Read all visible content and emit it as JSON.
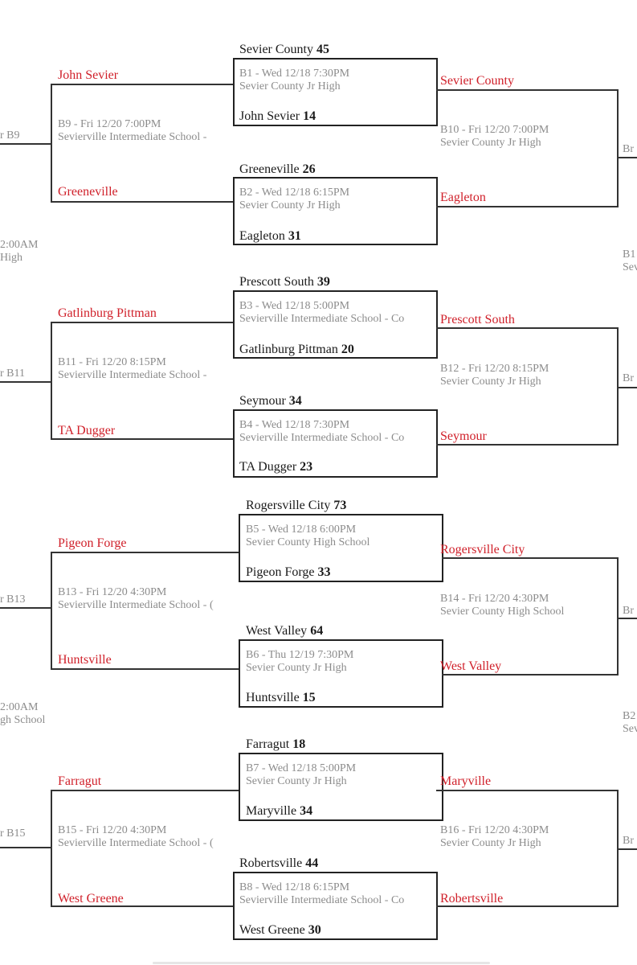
{
  "games": {
    "b1": {
      "winner": "Sevier County",
      "winner_score": "45",
      "info1": "B1 - Wed 12/18 7:30PM",
      "info2": "Sevier County Jr High",
      "loser": "John Sevier",
      "loser_score": "14"
    },
    "b2": {
      "winner": "Greeneville",
      "winner_score": "26",
      "info1": "B2 - Wed 12/18 6:15PM",
      "info2": "Sevier County Jr High",
      "loser": "Eagleton",
      "loser_score": "31"
    },
    "b3": {
      "winner": "Prescott South",
      "winner_score": "39",
      "info1": "B3 - Wed 12/18 5:00PM",
      "info2": "Sevierville Intermediate School - Co",
      "loser": "Gatlinburg Pittman",
      "loser_score": "20"
    },
    "b4": {
      "winner": "Seymour",
      "winner_score": "34",
      "info1": "B4 - Wed 12/18 7:30PM",
      "info2": "Sevierville Intermediate School - Co",
      "loser": "TA Dugger",
      "loser_score": "23"
    },
    "b5": {
      "winner": "Rogersville City",
      "winner_score": "73",
      "info1": "B5 - Wed 12/18 6:00PM",
      "info2": "Sevier County High School",
      "loser": "Pigeon Forge",
      "loser_score": "33"
    },
    "b6": {
      "winner": "West Valley",
      "winner_score": "64",
      "info1": "B6 - Thu 12/19 7:30PM",
      "info2": "Sevier County Jr High",
      "loser": "Huntsville",
      "loser_score": "15"
    },
    "b7": {
      "winner": "Farragut",
      "winner_score": "18",
      "info1": "B7 - Wed 12/18 5:00PM",
      "info2": "Sevier County Jr High",
      "loser": "Maryville",
      "loser_score": "34"
    },
    "b8": {
      "winner": "Robertsville",
      "winner_score": "44",
      "info1": "B8 - Wed 12/18 6:15PM",
      "info2": "Sevierville Intermediate School - Co",
      "loser": "West Greene",
      "loser_score": "30"
    }
  },
  "left_bracket": {
    "b9": {
      "top": "John Sevier",
      "bottom": "Greeneville",
      "info1": "B9 - Fri 12/20 7:00PM",
      "info2": "Sevierville Intermediate School -"
    },
    "b11": {
      "top": "Gatlinburg Pittman",
      "bottom": "TA Dugger",
      "info1": "B11 - Fri 12/20 8:15PM",
      "info2": "Sevierville Intermediate School -"
    },
    "b13": {
      "top": "Pigeon Forge",
      "bottom": "Huntsville",
      "info1": "B13 - Fri 12/20 4:30PM",
      "info2": "Sevierville Intermediate School - ("
    },
    "b15": {
      "top": "Farragut",
      "bottom": "West Greene",
      "info1": "B15 - Fri 12/20 4:30PM",
      "info2": "Sevierville Intermediate School - ("
    }
  },
  "right_bracket": {
    "b10": {
      "top": "Sevier County",
      "bottom": "Eagleton",
      "info1": "B10 - Fri 12/20 7:00PM",
      "info2": "Sevier County Jr High"
    },
    "b12": {
      "top": "Prescott South",
      "bottom": "Seymour",
      "info1": "B12 - Fri 12/20 8:15PM",
      "info2": "Sevier County Jr High"
    },
    "b14": {
      "top": "Rogersville City",
      "bottom": "West Valley",
      "info1": "B14 - Fri 12/20 4:30PM",
      "info2": "Sevier County High School"
    },
    "b16": {
      "top": "Maryville",
      "bottom": "Robertsville",
      "info1": "B16 - Fri 12/20 4:30PM",
      "info2": "Sevier County Jr High"
    }
  },
  "left_edge": {
    "b9": "r B9",
    "time1": "2:00AM",
    "place1": "High",
    "b11": "r B11",
    "b13": "r B13",
    "time2": "2:00AM",
    "place2": "gh School",
    "b15": "r B15"
  },
  "right_edge": {
    "br1": "Br",
    "b1x_a": "B1",
    "b1x_b": "Sev",
    "br2": "Br",
    "br3": "Br",
    "b2x_a": "B2",
    "b2x_b": "Sev",
    "br4": "Br"
  }
}
